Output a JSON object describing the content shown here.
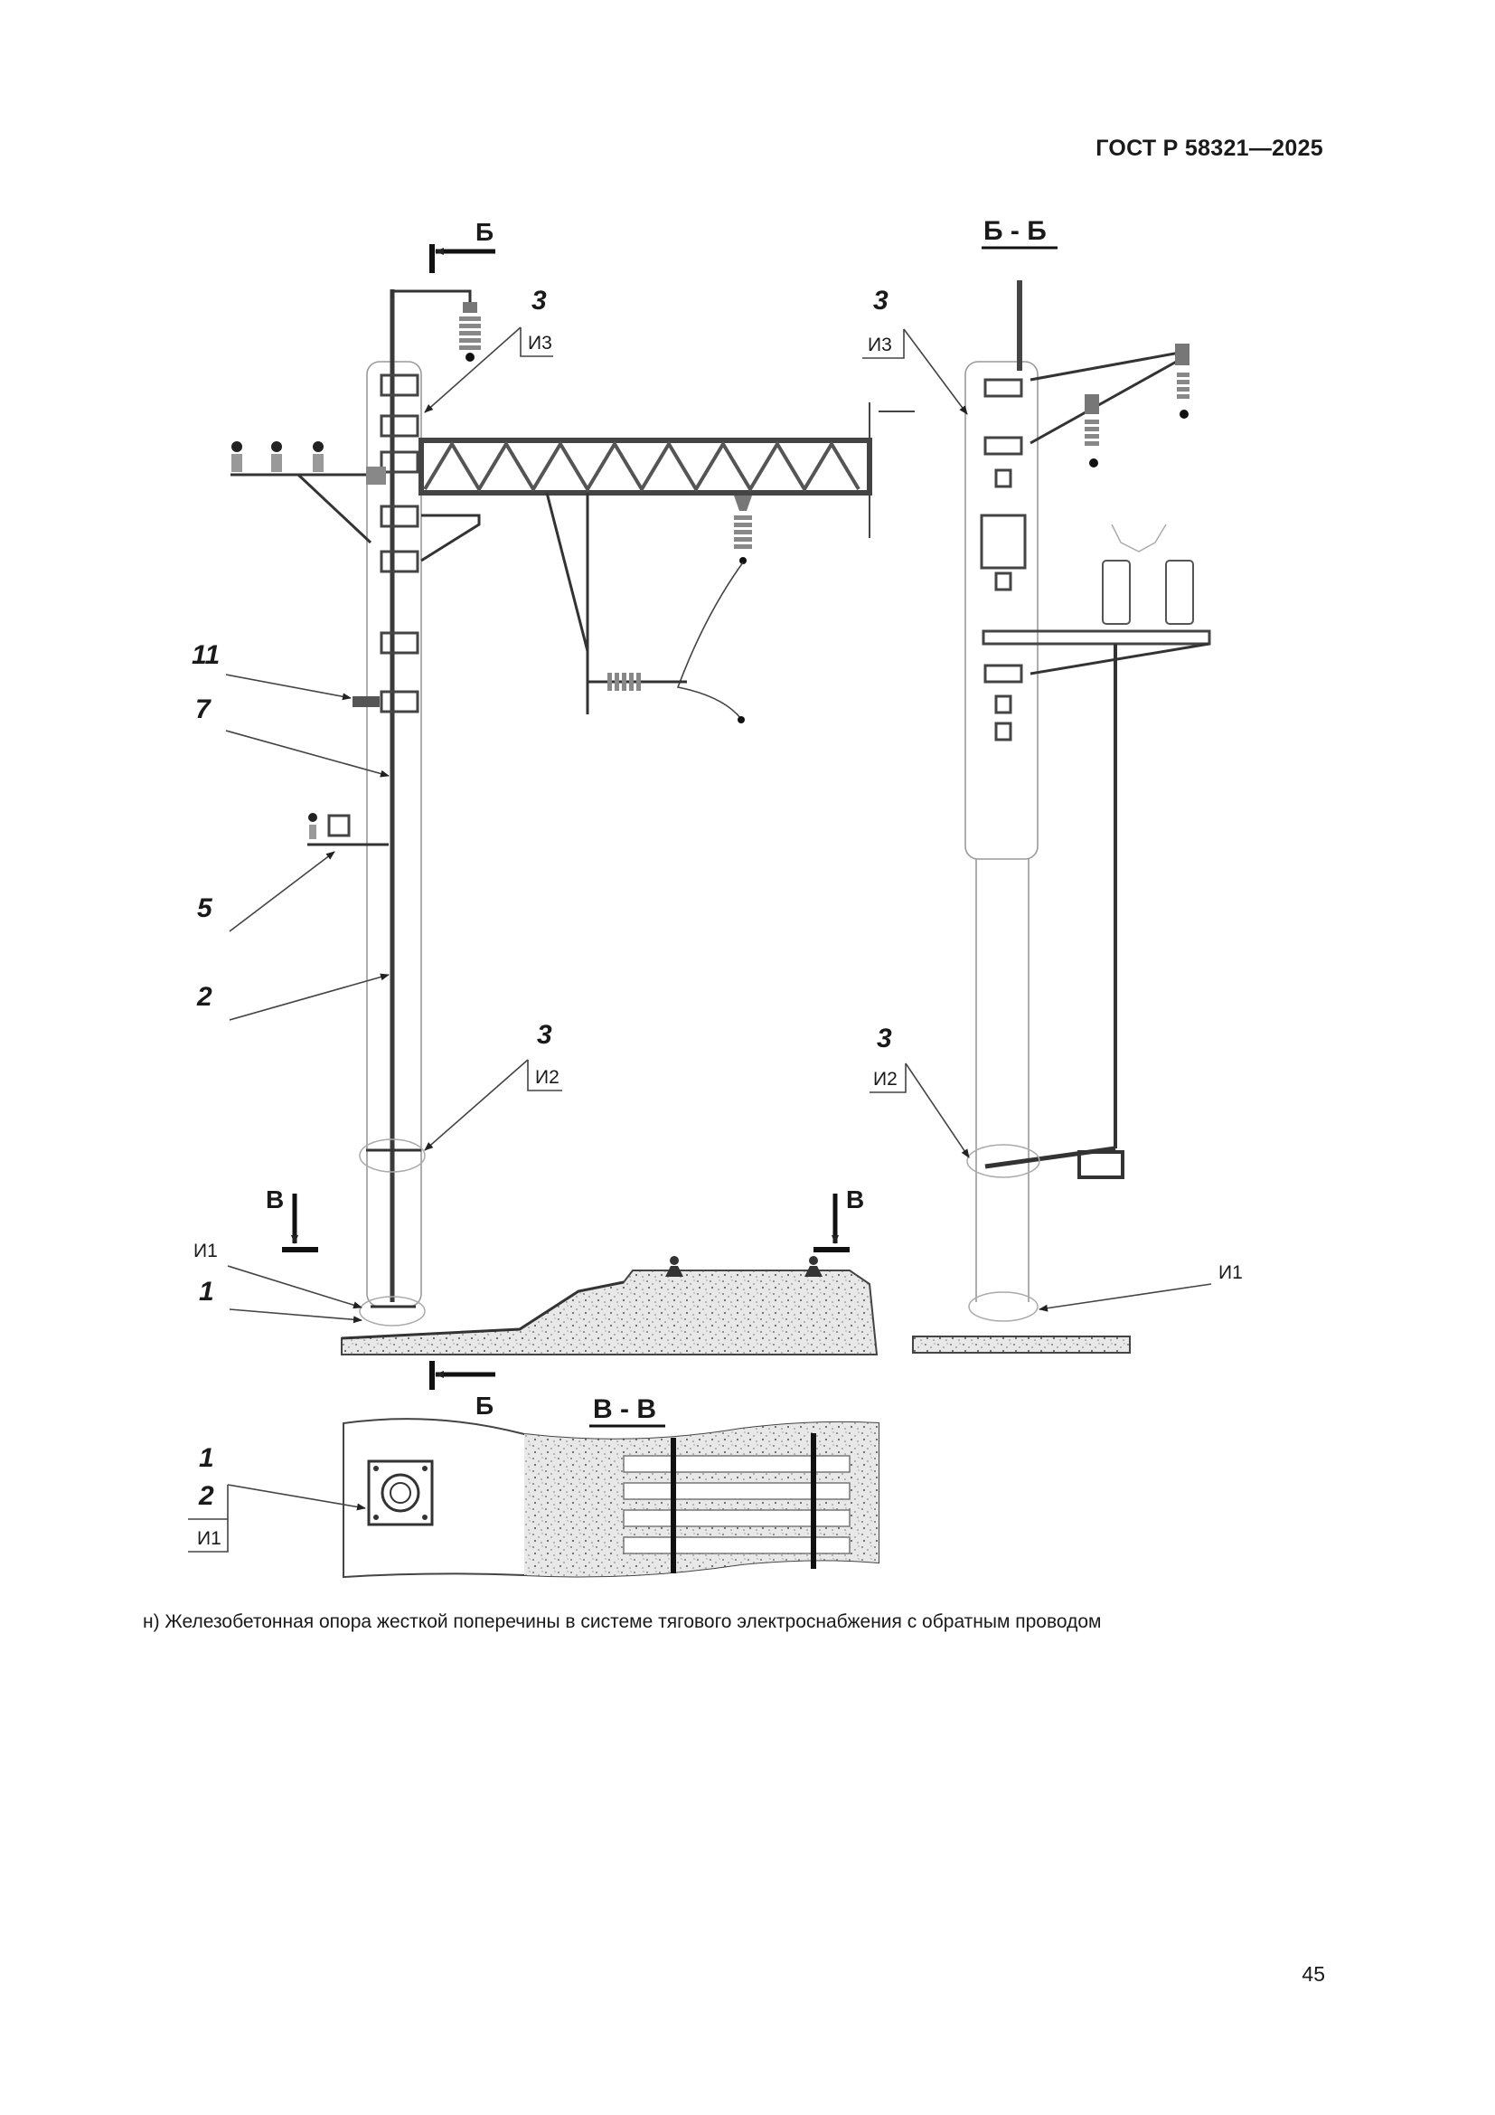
{
  "header": {
    "standard": "ГОСТ Р 58321—2025"
  },
  "caption": "н) Железобетонная опора жесткой поперечины в системе тягового электроснабжения с обратным проводом",
  "page_number": "45",
  "diagram": {
    "sections": {
      "b_top": "Б",
      "b_bottom": "Б",
      "bb_view": "Б - Б",
      "v_left": "В",
      "v_right": "В",
      "vv_view": "В - В"
    },
    "callouts": {
      "c3_top_left": "3",
      "ref_i3_left": "И3",
      "c11": "11",
      "c7": "7",
      "c5": "5",
      "c2": "2",
      "c3_mid_left": "3",
      "ref_i2_left": "И2",
      "ref_i1_left": "И1",
      "c1_left": "1",
      "c3_top_right": "3",
      "ref_i3_right": "И3",
      "c3_mid_right": "3",
      "ref_i2_right": "И2",
      "ref_i1_right": "И1",
      "c1_plan": "1",
      "c2_plan": "2",
      "ref_i1_plan": "И1"
    }
  }
}
